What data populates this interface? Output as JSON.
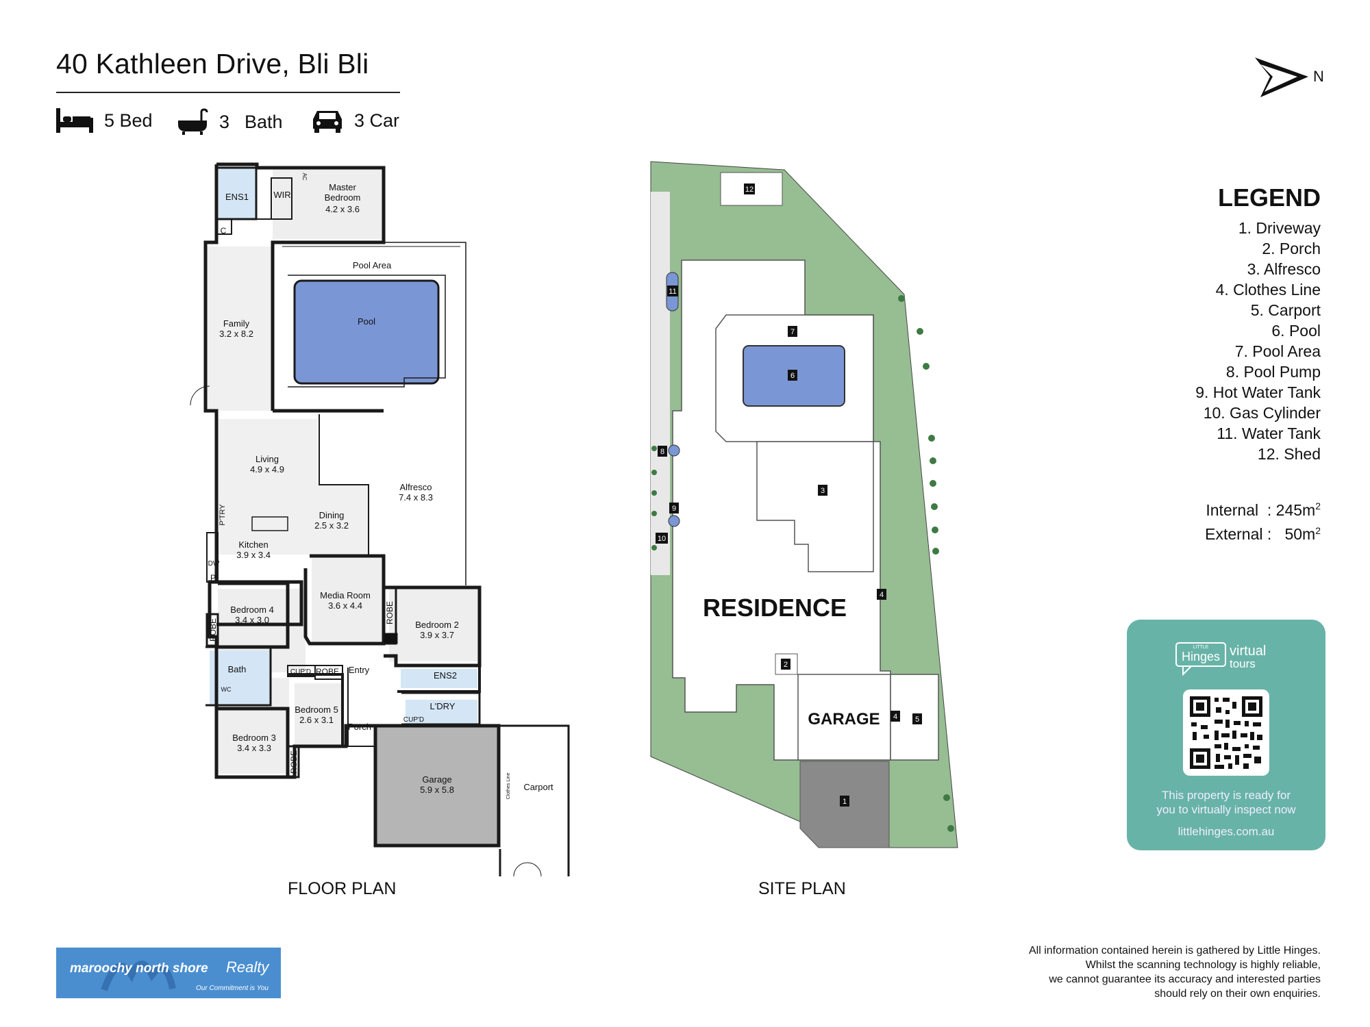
{
  "header": {
    "title": "40 Kathleen Drive, Bli Bli",
    "bed": "5 Bed",
    "bath_count": "3",
    "bath_label": "Bath",
    "car": "3 Car"
  },
  "compass": {
    "label": "N",
    "icon": "north-arrow-icon"
  },
  "floor_plan": {
    "label": "FLOOR PLAN",
    "rooms": [
      {
        "id": "master",
        "name": "Master\nBedroom",
        "dims": "4.2 x 3.6"
      },
      {
        "id": "wir",
        "name": "WIR",
        "dims": ""
      },
      {
        "id": "ens1",
        "name": "ENS1",
        "dims": ""
      },
      {
        "id": "c",
        "name": "C",
        "dims": ""
      },
      {
        "id": "family",
        "name": "Family",
        "dims": "3.2 x 8.2"
      },
      {
        "id": "pool_area",
        "name": "Pool Area",
        "dims": ""
      },
      {
        "id": "pool",
        "name": "Pool",
        "dims": ""
      },
      {
        "id": "living",
        "name": "Living",
        "dims": "4.9 x 4.9"
      },
      {
        "id": "alfresco",
        "name": "Alfresco",
        "dims": "7.4 x 8.3"
      },
      {
        "id": "dining",
        "name": "Dining",
        "dims": "2.5 x 3.2"
      },
      {
        "id": "kitchen",
        "name": "Kitchen",
        "dims": "3.9 x 3.4"
      },
      {
        "id": "ptry",
        "name": "P'TRY",
        "dims": ""
      },
      {
        "id": "dw",
        "name": "DW",
        "dims": ""
      },
      {
        "id": "p",
        "name": "P",
        "dims": ""
      },
      {
        "id": "bedroom4",
        "name": "Bedroom 4",
        "dims": "3.4 x 3.0"
      },
      {
        "id": "media",
        "name": "Media Room",
        "dims": "3.6 x 4.4"
      },
      {
        "id": "bedroom2",
        "name": "Bedroom 2",
        "dims": "3.9 x 3.7"
      },
      {
        "id": "robe1",
        "name": "ROBE",
        "dims": ""
      },
      {
        "id": "robe2",
        "name": "ROBE",
        "dims": ""
      },
      {
        "id": "robe3",
        "name": "ROBE",
        "dims": ""
      },
      {
        "id": "robe4",
        "name": "ROBE",
        "dims": ""
      },
      {
        "id": "bath",
        "name": "Bath",
        "dims": ""
      },
      {
        "id": "wc",
        "name": "WC",
        "dims": ""
      },
      {
        "id": "cupd1",
        "name": "CUP'D",
        "dims": ""
      },
      {
        "id": "cupd2",
        "name": "CUP'D",
        "dims": ""
      },
      {
        "id": "entry",
        "name": "Entry",
        "dims": ""
      },
      {
        "id": "ens2",
        "name": "ENS2",
        "dims": ""
      },
      {
        "id": "ldry",
        "name": "L'DRY",
        "dims": ""
      },
      {
        "id": "bedroom5",
        "name": "Bedroom 5",
        "dims": "2.6 x 3.1"
      },
      {
        "id": "porch",
        "name": "Porch",
        "dims": ""
      },
      {
        "id": "bedroom3",
        "name": "Bedroom 3",
        "dims": "3.4 x 3.3"
      },
      {
        "id": "garage",
        "name": "Garage",
        "dims": "5.9 x 5.8"
      },
      {
        "id": "carport",
        "name": "Carport",
        "dims": ""
      },
      {
        "id": "ac",
        "name": "AC",
        "dims": ""
      },
      {
        "id": "clothes",
        "name": "Clothes Line",
        "dims": ""
      }
    ]
  },
  "site_plan": {
    "label": "SITE PLAN",
    "residence": "RESIDENCE",
    "garage": "GARAGE",
    "markers": [
      "1",
      "2",
      "3",
      "4",
      "4",
      "5",
      "6",
      "7",
      "8",
      "9",
      "10",
      "11",
      "12"
    ]
  },
  "legend": {
    "title": "LEGEND",
    "items": [
      "1. Driveway",
      "2. Porch",
      "3. Alfresco",
      "4. Clothes Line",
      "5. Carport",
      "6. Pool",
      "7. Pool Area",
      "8. Pool Pump",
      "9. Hot Water Tank",
      "10. Gas Cylinder",
      "11. Water Tank",
      "12. Shed"
    ]
  },
  "areas": {
    "internal_label": "Internal",
    "internal_value": ": 245m",
    "external_label": "External :",
    "external_value": "50m",
    "superscript": "2"
  },
  "tour": {
    "brand_small": "LITTLE",
    "brand_name": "Hinges",
    "virtual": "virtual",
    "tours": "tours",
    "text_line1": "This property is ready for",
    "text_line2": "you to virtually inspect now",
    "url": "littlehinges.com.au",
    "colors": {
      "card": "#68b3a7"
    }
  },
  "agency": {
    "name": "maroochy north shore",
    "realty": "Realty",
    "tagline": "Our Commitment is You",
    "colors": {
      "bg": "#4a8ed0"
    }
  },
  "disclaimer": {
    "lines": [
      "All information contained herein is gathered by Little Hinges.",
      "Whilst the scanning technology is highly reliable,",
      "we cannot guarantee its accuracy and interested parties",
      "should rely on their own enquiries."
    ]
  },
  "colors": {
    "pool": "#7b96d4",
    "grass": "#97bd93",
    "ens": "#cfe3f5",
    "garage": "#b5b5b5",
    "driveway": "#8a8a8a"
  }
}
